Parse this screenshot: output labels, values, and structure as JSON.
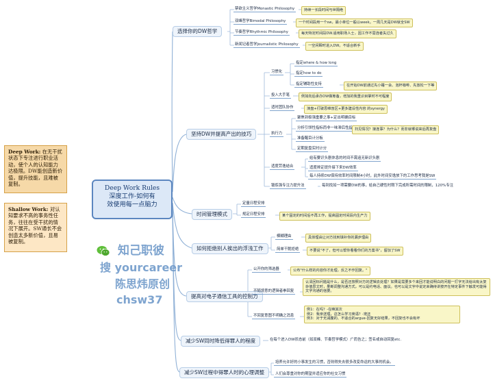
{
  "center": {
    "line1": "Deep Work Rules",
    "line2": "深度工作-如何有",
    "line3": "效使用每一点脑力"
  },
  "side_notes": {
    "deep_work": {
      "title": "Deep Work:",
      "text": "在无干扰状态下专注进行职业活动，使个人的认知能力达极限。DW能创造新价值，提升技能，且难被复制。"
    },
    "shallow_work": {
      "title": "Shallow Work:",
      "text": "对认知要求不高的事务性任务，往往在受干扰的情况下展开。SW通长不会创造太多新价值，且易被复制。"
    }
  },
  "branches": {
    "b1": {
      "label": "选择你的DW哲学",
      "items": [
        {
          "label": "禁欲主义哲学Monastic Philosophy",
          "note": "持续一长段时间与世隔绝"
        },
        {
          "label": "双峰哲学Bimodal Philosophy",
          "note": "一个时间段用一个sw，最小单位一般以week。一周几天是DW就全SW"
        },
        {
          "label": "节奏哲学Rhythmic Philosophy",
          "note": "每天特定时间段DW.适用职场人士，因工作不需连者失过久"
        },
        {
          "label": "新闻记者哲学Journalistic Philosophy",
          "note": "一空闲瞬时进入DW。不适合新手"
        }
      ]
    },
    "b2": {
      "label": "坚持DW并提高产出的技巧",
      "habit": {
        "label": "习惯化",
        "items": [
          "指定where & how long",
          "指定how to do",
          "指定辅助性支持"
        ],
        "note": "在开始DW前通过先小睡一会、泡杯咖啡、先放松一下等"
      },
      "big_gesture": {
        "label": "投入大手笔",
        "note": "例如向后承办DW做筹备，增加的我重识目掌时不可程度"
      },
      "team": {
        "label": "适时团队协作",
        "note": "演盘+打破思维盲区+更多建设性内容 的synergy"
      },
      "exec": {
        "label": "执行力",
        "items": [
          "聚焦到极强重要之事+定出明确目标",
          "分析引领性指标而非一味滞后性指标",
          "准备醒目计分板",
          "定期复盘实时计分"
        ],
        "note": "扫见情况？接连事？为什么？而非就哪说来后再复盘"
      },
      "choice": {
        "label": "适度劳逸结合",
        "items": [
          "给有要识头剧休息的时间不需追无新识头剧",
          "适度排定提升接下来DW效率",
          "每人持续DW保持效率时间限制4小时，此外时间安逸放下的工作思考我是SW"
        ]
      },
      "memory": {
        "label": "锻炼强专注力提升法",
        "note": "每到找如一项需要DW的事，给自己硬性时限下完成所需时间的限制，120%专注"
      }
    },
    "b3": {
      "label": "时间管理模式",
      "items": [
        {
          "label": "定量日程安排"
        },
        {
          "label": "规定日程安排",
          "note": "某个固定的时间后不再工作，提高固定时间段内生产力"
        }
      ]
    },
    "b4": {
      "label": "如何拒绝别人挨出的浮浅工作",
      "items": [
        {
          "label": "模糊理由",
          "note": "具体理由让对方找到填补你的漏步理由"
        },
        {
          "label": "简单干脆拒绝",
          "note": "不要说\"不了，但可以帮你看看你们的方案书\"，留加了SW"
        }
      ]
    },
    "b5": {
      "label": "提高对电子通信工具的控制力",
      "items": [
        {
          "label": "公开你的筛选器",
          "note": "公布\"什么样的内容你才处理，反之不作回复。\""
        },
        {
          "label": "不随境意的逻辑者拳回复",
          "note": "认清回标问题是什么，是否还按照对方的逻辑去处理？如果是需要多个来回才能说明白的问题一打字无法给出有太复杂值思文时，果断调整沟通方式，可以是约电话、面议。也可以是文字中说定来确待讲按开在特定事件下触发可能得文字沟通的信要。"
        },
        {
          "label": "不回复意图不明确之消息",
          "note": "例1：在吗？-在嘛其次\n例2：我亲送理，这怎么学习英语？-宠还\n例3：对于无减腹的、不适合的argue-回复无好结果，不回复也不会有坏"
        }
      ]
    },
    "b6": {
      "label": "减少SW同时降低得罪人的程度",
      "note": "在每个进入DW状态前（如双峰、节奏哲学模式）广而告之；签名或自动回复etc."
    },
    "b7": {
      "label": "减少SW过程中得罪人时的心理调整",
      "items": [
        "培养允许好的小事发生的习惯，否则得失去很多改变命运的大事的机会。",
        "人们会尊重对你的期望并适应你的社交习惯"
      ]
    }
  },
  "watermark": {
    "line1": "知己职彼",
    "line2": "搜 yourcareer",
    "line3": "陈思炜原创",
    "line4": "chsw37"
  },
  "colors": {
    "center_bg": "#dce8f7",
    "center_border": "#5b86bf",
    "branch_line": "#8fb0d6",
    "note_bg": "#f9f6c8",
    "side_bg": "#f6d9a8",
    "side_bg2": "#fde7c5",
    "wechat_green": "#5fbf3a"
  }
}
